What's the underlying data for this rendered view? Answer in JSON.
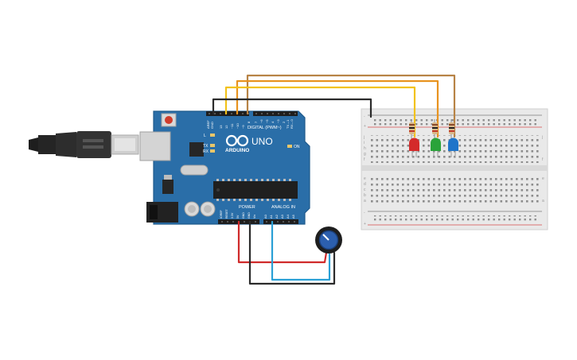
{
  "board": {
    "model": "UNO",
    "brand": "ARDUINO",
    "digital_label": "DIGITAL (PWM~)",
    "power_label": "POWER",
    "analog_label": "ANALOG IN",
    "on_label": "ON",
    "l_label": "L",
    "tx_label": "TX",
    "rx_label": "RX",
    "aref_label": "AREF",
    "gnd_label": "GND",
    "tx1_label": "TX→1",
    "rx0_label": "RX←0",
    "power_pins": [
      "IOREF",
      "RESET",
      "3.3V",
      "5V",
      "GND",
      "GND",
      "Vin"
    ],
    "analog_pins": [
      "A0",
      "A1",
      "A2",
      "A3",
      "A4",
      "A5"
    ],
    "digital_pins": [
      "13",
      "12",
      "~11",
      "~10",
      "~9",
      "8",
      "7",
      "~6",
      "~5",
      "4",
      "~3",
      "2"
    ]
  },
  "breadboard": {
    "rows_top": [
      "j",
      "i",
      "h",
      "g",
      "f"
    ],
    "rows_bottom": [
      "e",
      "d",
      "c",
      "b",
      "a"
    ],
    "rail_plus": "+",
    "rail_minus": "-"
  },
  "leds": [
    {
      "name": "red",
      "color": "#d42a2a"
    },
    {
      "name": "green",
      "color": "#2aa33a"
    },
    {
      "name": "blue",
      "color": "#1f74c9"
    }
  ],
  "wires": {
    "yellow": "#f2c21b",
    "orange": "#e8931f",
    "brown": "#b78346",
    "black": "#2b2b2b",
    "red": "#d02a2a",
    "cyan": "#2aa0d6"
  },
  "colors": {
    "board": "#2a6ea8",
    "board_edge": "#1f5a8c",
    "usb": "#d2d2d2"
  }
}
